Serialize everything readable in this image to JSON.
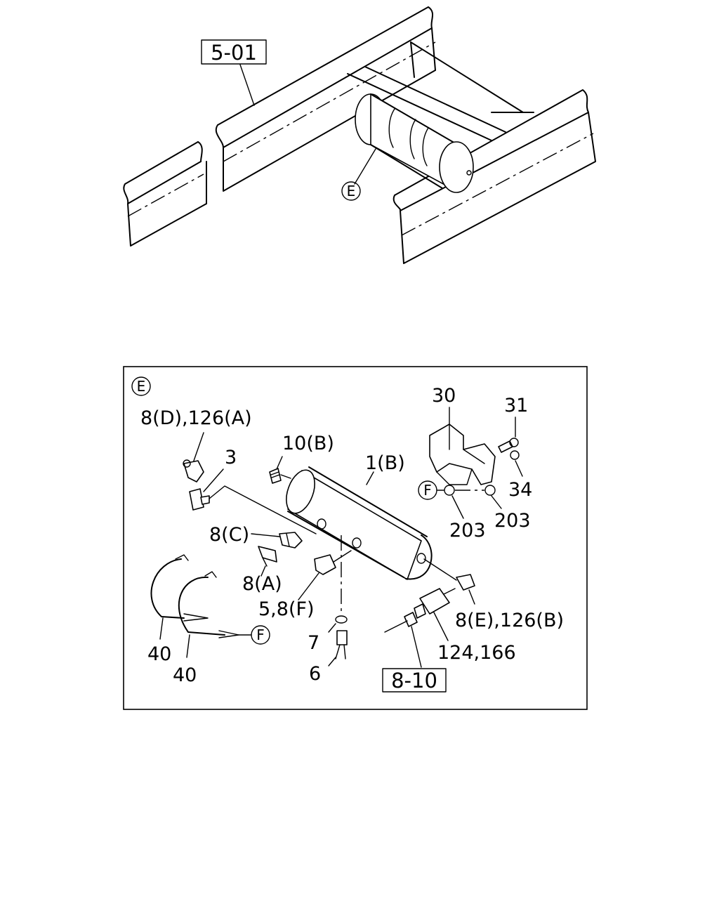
{
  "overview": {
    "ref_box": "5-01",
    "detail_marker": "E"
  },
  "detail": {
    "marker": "E",
    "flag_marker": "F",
    "labels": {
      "p8d_126a": "8(D),126(A)",
      "p3": "3",
      "p10b": "10(B)",
      "p1b": "1(B)",
      "p30": "30",
      "p31": "31",
      "p34": "34",
      "p203a": "203",
      "p203b": "203",
      "p8c": "8(C)",
      "p8a": "8(A)",
      "p5_8f": "5,8(F)",
      "p8e_126b": "8(E),126(B)",
      "p124_166": "124,166",
      "p7": "7",
      "p6": "6",
      "p40a": "40",
      "p40b": "40"
    },
    "ref_box": "8-10"
  }
}
